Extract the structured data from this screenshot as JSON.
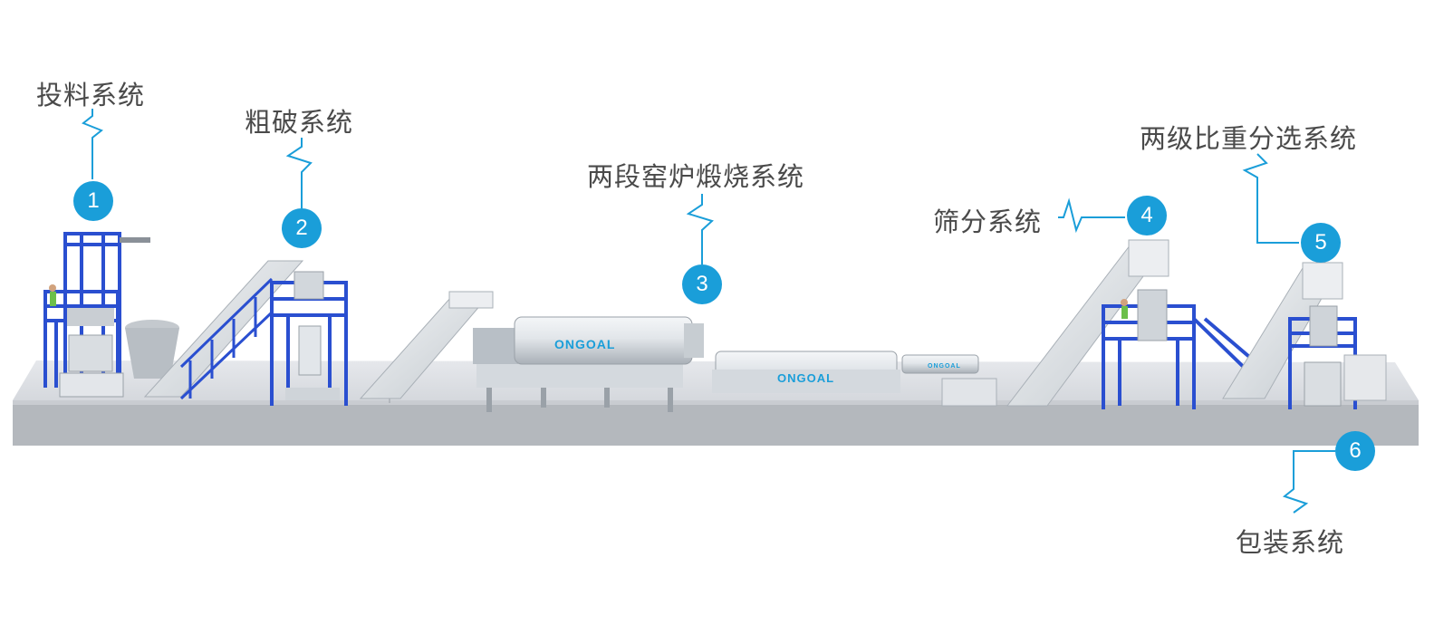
{
  "labels": {
    "feeding": "投料系统",
    "crushing": "粗破系统",
    "kiln": "两段窑炉煅烧系统",
    "screening": "筛分系统",
    "separation": "两级比重分选系统",
    "packing": "包装系统"
  },
  "badges": [
    "1",
    "2",
    "3",
    "4",
    "5",
    "6"
  ],
  "brand": {
    "logo": "ONGOAL"
  },
  "colors": {
    "accent": "#1a9ed9",
    "frame": "#2a4fd0",
    "steel": "#d6dade",
    "text": "#4a4a4a"
  }
}
